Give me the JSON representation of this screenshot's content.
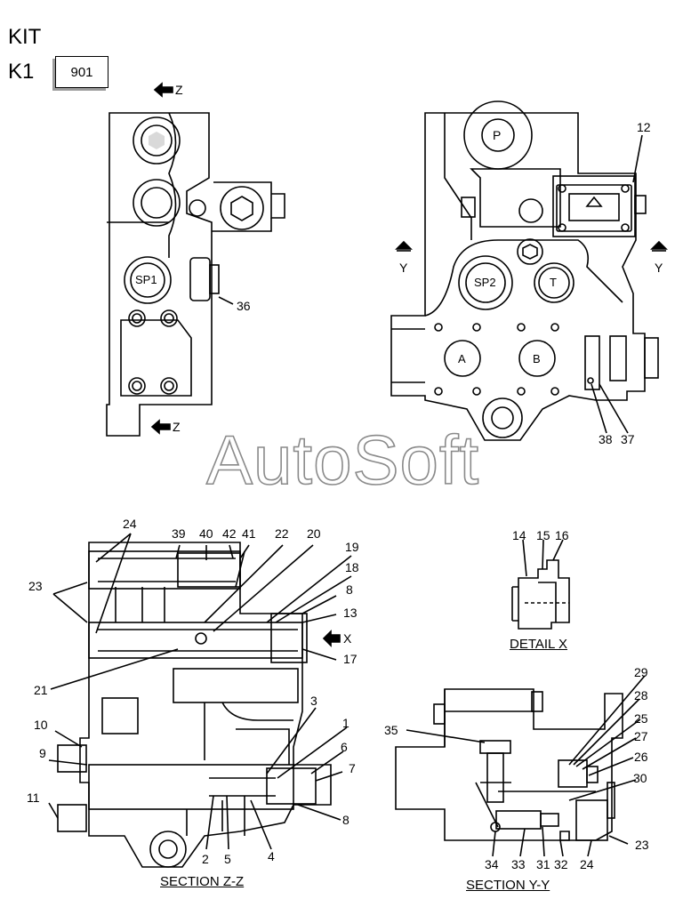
{
  "header": {
    "kit_label": "KIT",
    "k1_label": "K1",
    "k1_code": "901"
  },
  "watermark": "AutoSoft",
  "top_left_view": {
    "view_arrow_top": "Z",
    "view_arrow_bottom": "Z",
    "port_labels": [
      "SP1"
    ],
    "callouts": [
      "36"
    ]
  },
  "top_right_view": {
    "port_labels": [
      "P",
      "SP2",
      "T",
      "A",
      "B"
    ],
    "section_arrow_left": "Y",
    "section_arrow_right": "Y",
    "callouts": [
      "12",
      "38",
      "37"
    ]
  },
  "section_zz": {
    "title": "SECTION Z-Z",
    "view_arrow": "X",
    "callouts": [
      "24",
      "39",
      "40",
      "42",
      "41",
      "22",
      "20",
      "19",
      "18",
      "8",
      "13",
      "17",
      "23",
      "21",
      "10",
      "9",
      "11",
      "3",
      "1",
      "6",
      "7",
      "8",
      "2",
      "5",
      "4"
    ]
  },
  "detail_x": {
    "title": "DETAIL X",
    "callouts": [
      "14",
      "15",
      "16"
    ]
  },
  "section_yy": {
    "title": "SECTION Y-Y",
    "callouts": [
      "29",
      "28",
      "25",
      "27",
      "26",
      "35",
      "30",
      "23",
      "34",
      "33",
      "31",
      "32",
      "24"
    ]
  }
}
